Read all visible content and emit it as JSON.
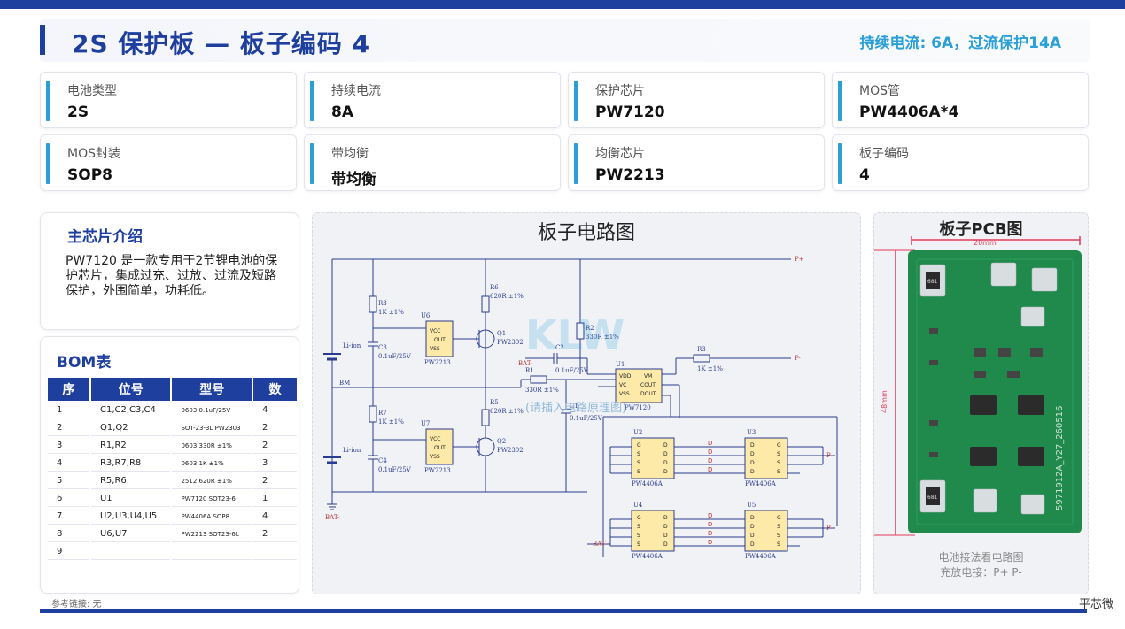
{
  "header": {
    "title": "2S 保护板 — 板子编码 4",
    "subtitle": "持续电流: 6A，过流保护14A"
  },
  "specs": [
    {
      "label": "电池类型",
      "value": "2S"
    },
    {
      "label": "持续电流",
      "value": "8A"
    },
    {
      "label": "保护芯片",
      "value": "PW7120"
    },
    {
      "label": "MOS管",
      "value": "PW4406A*4"
    },
    {
      "label": "MOS封装",
      "value": "SOP8"
    },
    {
      "label": "带均衡",
      "value": "带均衡"
    },
    {
      "label": "均衡芯片",
      "value": "PW2213"
    },
    {
      "label": "板子编码",
      "value": "4"
    }
  ],
  "intro": {
    "title": "主芯片介绍",
    "text": "PW7120 是一款专用于2节锂电池的保护芯片，集成过充、过放、过流及短路保护，外围简单，功耗低。"
  },
  "bom": {
    "title": "BOM表",
    "headers": [
      "序",
      "位号",
      "型号",
      "数"
    ],
    "rows": [
      {
        "idx": "1",
        "ref": "C1,C2,C3,C4",
        "model": "0603 0.1uF/25V",
        "qty": "4"
      },
      {
        "idx": "2",
        "ref": "Q1,Q2",
        "model": "SOT-23-3L PW2303",
        "qty": "2"
      },
      {
        "idx": "3",
        "ref": "R1,R2",
        "model": "0603 330R ±1%",
        "qty": "2"
      },
      {
        "idx": "4",
        "ref": "R3,R7,R8",
        "model": "0603 1K ±1%",
        "qty": "3"
      },
      {
        "idx": "5",
        "ref": "R5,R6",
        "model": "2512 620R ±1%",
        "qty": "2"
      },
      {
        "idx": "6",
        "ref": "U1",
        "model": "PW7120 SOT23-6",
        "qty": "1"
      },
      {
        "idx": "7",
        "ref": "U2,U3,U4,U5",
        "model": "PW4406A SOP8",
        "qty": "4"
      },
      {
        "idx": "8",
        "ref": "U6,U7",
        "model": "PW2213 SOT23-6L",
        "qty": "2"
      },
      {
        "idx": "9",
        "ref": "",
        "model": "",
        "qty": ""
      }
    ]
  },
  "circuit": {
    "title": "板子电路图",
    "watermark": "KLW",
    "caption": "(请插入电路原理图)",
    "labels": {
      "p_plus": "P+",
      "p_minus": "P-",
      "bat_minus": "BAT-",
      "bm": "BM",
      "li_ion": "Li-ion",
      "u1": "U1",
      "u2": "U2",
      "u3": "U3",
      "u4": "U4",
      "u5": "U5",
      "u6": "U6",
      "u7": "U7",
      "r1": "R1",
      "r2": "R2",
      "r3": "R3",
      "r5": "R5",
      "r6": "R6",
      "r7": "R7",
      "c1": "C1",
      "c2": "C2",
      "c3": "C3",
      "c4": "C4",
      "q1": "Q1",
      "q2": "Q2",
      "pw2213": "PW2213",
      "pw2302": "PW2302",
      "pw7120": "PW7120",
      "pw4406a": "PW4406A",
      "res_1k": "1K ±1%",
      "res_620": "620R ±1%",
      "res_330": "330R ±1%",
      "cap": "0.1uF/25V",
      "vcc": "VCC",
      "out": "OUT",
      "vss": "VSS",
      "vdd": "VDD",
      "vc": "VC",
      "vm": "VM",
      "cout": "COUT",
      "dout": "DOUT",
      "pin_g": "G",
      "pin_s": "S",
      "pin_d": "D"
    }
  },
  "pcb": {
    "title": "板子PCB图",
    "width_label": "20mm",
    "height_label": "48mm",
    "silk": "5971912A_Y27_260516",
    "resistor_mark": "681",
    "note1": "电池接法看电路图",
    "note2": "充放电接：P+ P-"
  },
  "footer": {
    "reference": "参考链接: 无",
    "brand": "平芯微"
  },
  "colors": {
    "primary": "#1f3f9e",
    "accent": "#2a9fd8",
    "wire": "#2b3b8f",
    "chip": "#fde9a8",
    "pcb_green": "#1f8a4c"
  }
}
